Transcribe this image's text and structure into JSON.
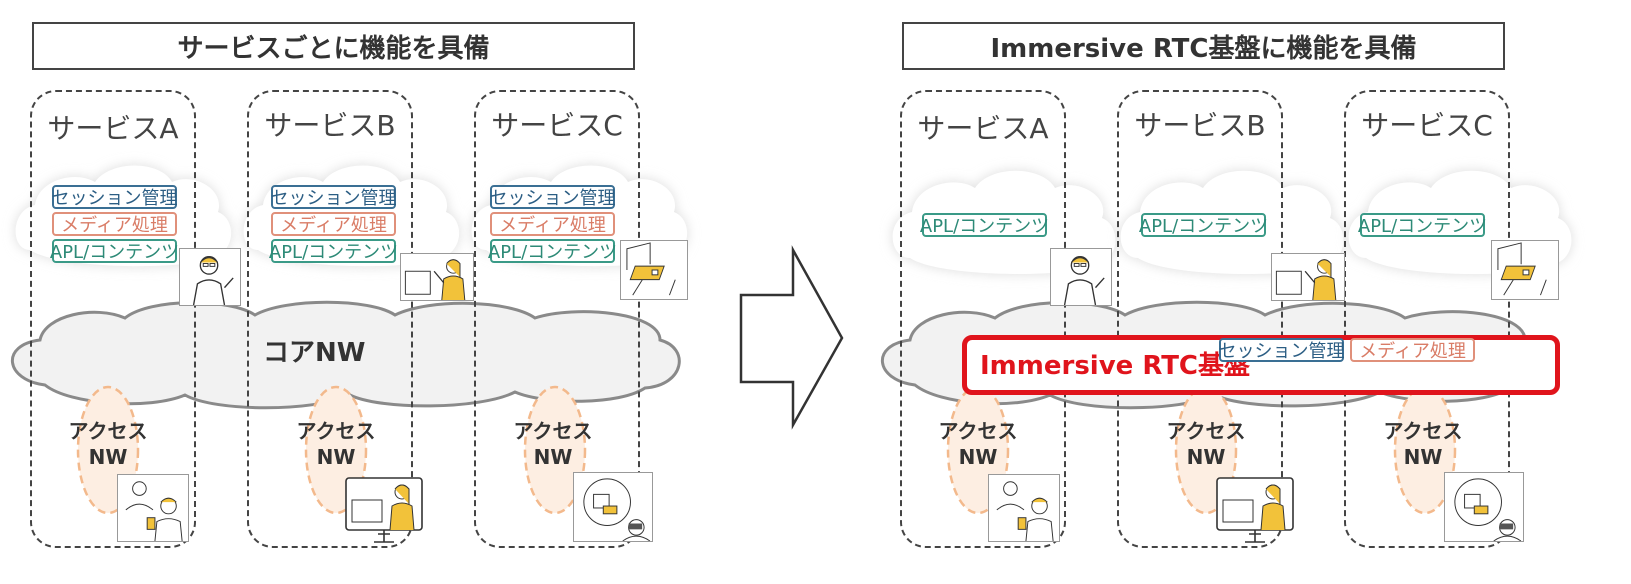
{
  "left_panel": {
    "title": "サービスごとに機能を具備",
    "services": [
      {
        "name": "サービスA",
        "session": "セッション管理",
        "media": "メディア処理",
        "apl": "APL/コンテンツ",
        "access": [
          "アクセス",
          "NW"
        ]
      },
      {
        "name": "サービスB",
        "session": "セッション管理",
        "media": "メディア処理",
        "apl": "APL/コンテンツ",
        "access": [
          "アクセス",
          "NW"
        ]
      },
      {
        "name": "サービスC",
        "session": "セッション管理",
        "media": "メディア処理",
        "apl": "APL/コンテンツ",
        "access": [
          "アクセス",
          "NW"
        ]
      }
    ],
    "core_label": "コアNW"
  },
  "right_panel": {
    "title": "Immersive RTC基盤に機能を具備",
    "services": [
      {
        "name": "サービスA",
        "apl": "APL/コンテンツ",
        "access": [
          "アクセス",
          "NW"
        ]
      },
      {
        "name": "サービスB",
        "apl": "APL/コンテンツ",
        "access": [
          "アクセス",
          "NW"
        ]
      },
      {
        "name": "サービスC",
        "apl": "APL/コンテンツ",
        "access": [
          "アクセス",
          "NW"
        ]
      }
    ],
    "platform": {
      "label": "Immersive RTC基盤",
      "session": "セッション管理",
      "media": "メディア処理"
    }
  },
  "colors": {
    "session": "#2c5e84",
    "media": "#d97c66",
    "apl": "#2d8a77",
    "platform": "#e0141c",
    "access_fill": "#fdeee2",
    "access_stroke": "#f3b98c",
    "cloud_fill": "#f2f2f2"
  },
  "icons": [
    "doctor-icon",
    "teacher-icon",
    "remote-room-icon",
    "patient-icon",
    "monitor-teacher-icon",
    "vr-user-icon",
    "arrow-icon"
  ]
}
